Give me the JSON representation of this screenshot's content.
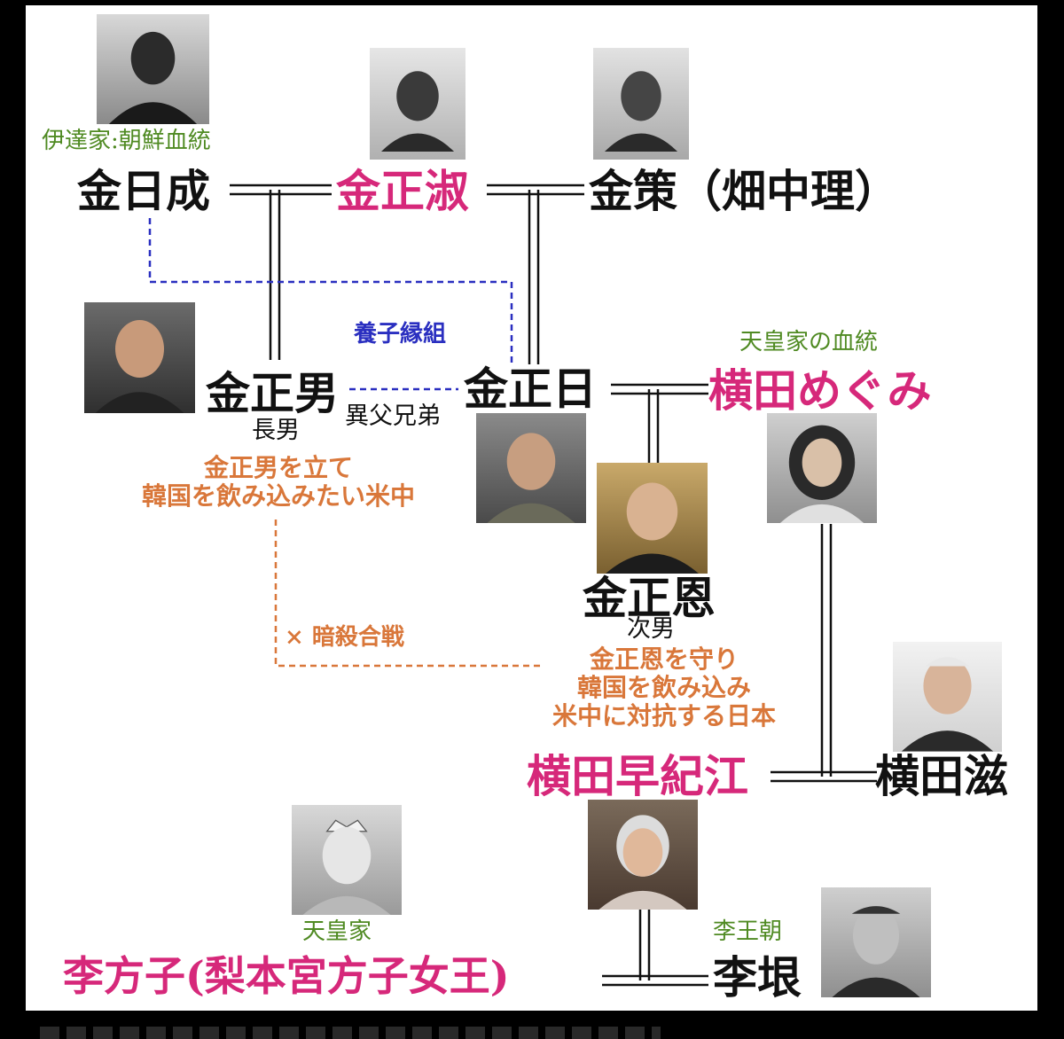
{
  "people": {
    "kim_il_sung": "金日成",
    "kim_jong_suk": "金正淑",
    "kim_chaek": "金策（畑中理）",
    "kim_jong_nam": "金正男",
    "kim_jong_il": "金正日",
    "yokota_megumi": "横田めぐみ",
    "kim_jong_un": "金正恩",
    "yokota_sakie": "横田早紀江",
    "yokota_shigeru": "横田滋",
    "yi_bangja": "李方子(梨本宮方子女王)",
    "yi_un": "李垠"
  },
  "labels": {
    "date_family": "伊達家:朝鮮血統",
    "adoption": "養子縁組",
    "eldest_son": "長男",
    "half_brothers": "異父兄弟",
    "imperial_blood": "天皇家の血統",
    "second_son": "次男",
    "assassination_war": "× 暗殺合戦",
    "imperial_family": "天皇家",
    "yi_dynasty": "李王朝"
  },
  "notes": {
    "us_china_line1": "金正男を立て",
    "us_china_line2": "韓国を飲み込みたい米中",
    "japan_line1": "金正恩を守り",
    "japan_line2": "韓国を飲み込み",
    "japan_line3": "米中に対抗する日本"
  },
  "colors": {
    "pink": "#d6287a",
    "green": "#4f8a22",
    "blue": "#2a2fc0",
    "orange": "#d9773a",
    "black": "#111111"
  },
  "icons": {
    "portrait": "person-silhouette-icon"
  }
}
